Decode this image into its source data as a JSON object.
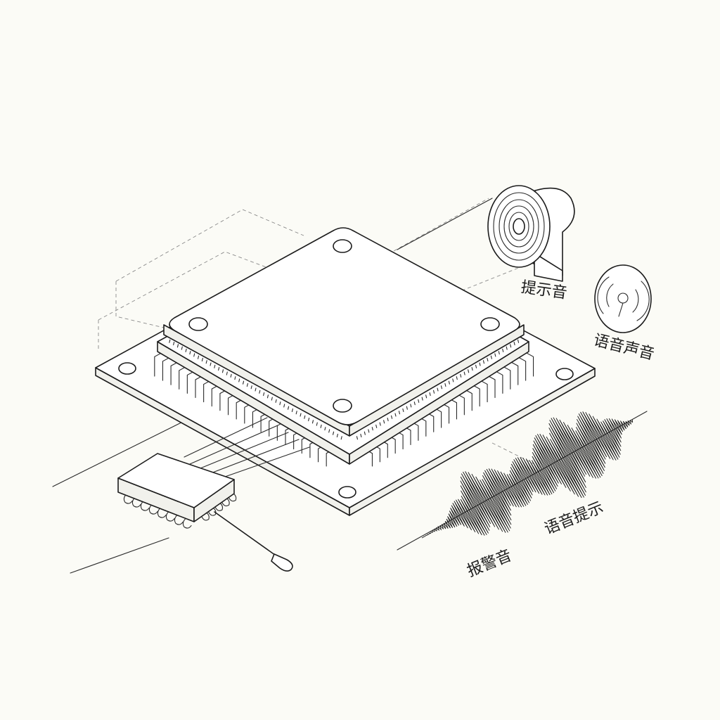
{
  "labels": {
    "prompt_tone": "提示音",
    "voice_sound": "语音声音",
    "voice_prompt": "语音提示",
    "alarm_tone": "报警音"
  },
  "colors": {
    "background": "#fbfbf6",
    "ink": "#1c1c1c"
  },
  "icons": [
    "speaker-icon",
    "sound-wave-icon",
    "waveform-icon"
  ]
}
